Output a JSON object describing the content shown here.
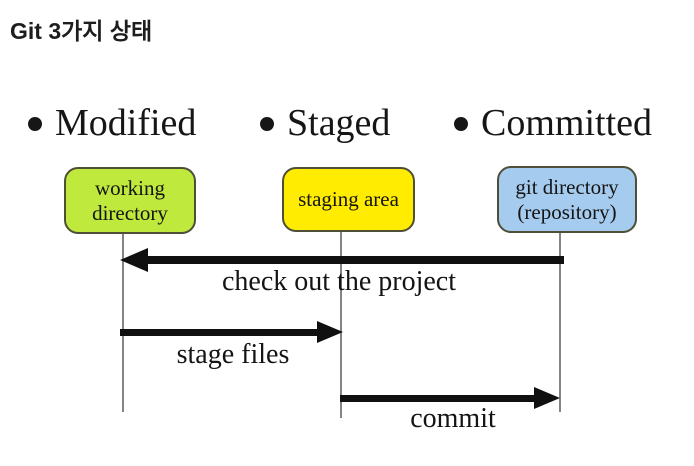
{
  "page": {
    "title": "Git 3가지 상태"
  },
  "diagram": {
    "states": [
      {
        "label": "Modified"
      },
      {
        "label": "Staged"
      },
      {
        "label": "Committed"
      }
    ],
    "nodes": [
      {
        "label": "working directory",
        "fill": "#bfe93c"
      },
      {
        "label": "staging area",
        "fill": "#ffec00"
      },
      {
        "label": "git directory (repository)",
        "fill": "#a5cbee"
      }
    ],
    "arrows": [
      {
        "label": "check out the project",
        "direction": "left",
        "from": "git directory",
        "to": "working directory"
      },
      {
        "label": "stage files",
        "direction": "right",
        "from": "working directory",
        "to": "staging area"
      },
      {
        "label": "commit",
        "direction": "right",
        "from": "staging area",
        "to": "git directory"
      }
    ],
    "colors": {
      "arrow": "#101010",
      "lifeline": "#848484",
      "text": "#161616",
      "node_border": "#4f4f38"
    }
  }
}
